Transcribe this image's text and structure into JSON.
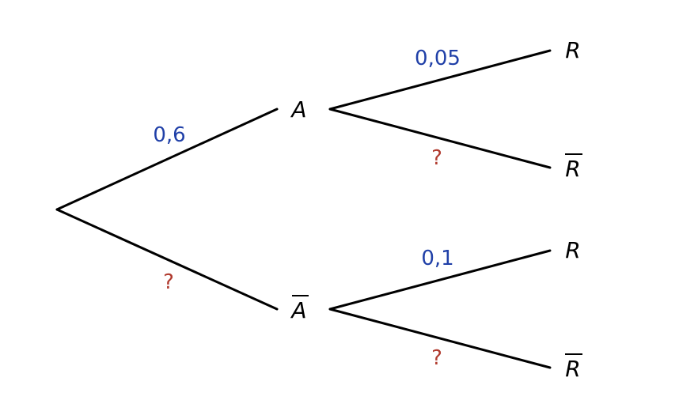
{
  "colors": {
    "edge": "#000000",
    "known_probability": "#2040a8",
    "unknown_probability": "#b03a2e"
  },
  "nodes": {
    "a": {
      "label": "A",
      "bar": false
    },
    "not_a": {
      "label": "A",
      "bar": true
    },
    "a_r": {
      "label": "R",
      "bar": false
    },
    "a_not_r": {
      "label": "R",
      "bar": true
    },
    "not_a_r": {
      "label": "R",
      "bar": false
    },
    "not_a_not_r": {
      "label": "R",
      "bar": true
    }
  },
  "branches": {
    "root_a": "0,6",
    "root_not_a": "?",
    "a_r": "0,05",
    "a_not_r": "?",
    "not_a_r": "0,1",
    "not_a_not_r": "?"
  }
}
